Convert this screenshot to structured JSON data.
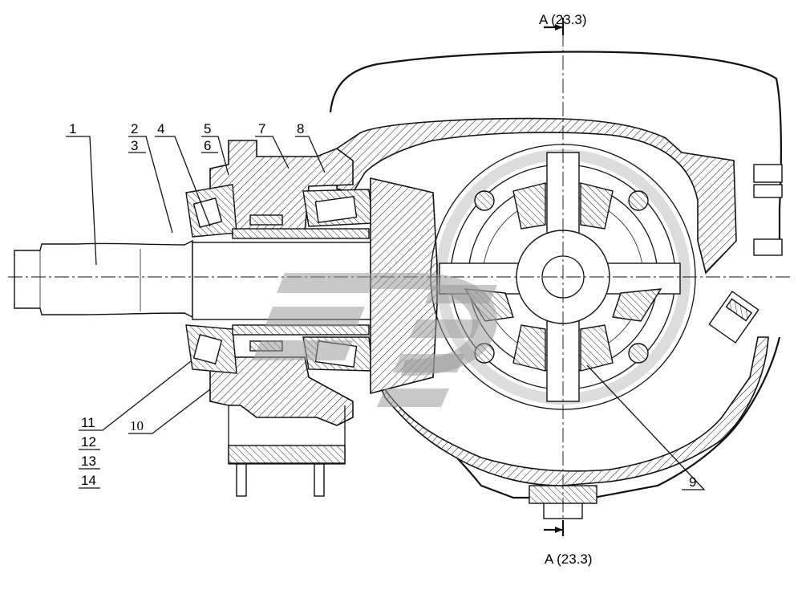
{
  "drawing": {
    "section_label_top": "A (23.3)",
    "section_label_bottom": "A (23.3)",
    "callouts": [
      {
        "id": "c1",
        "text": "1"
      },
      {
        "id": "c2",
        "text": "2"
      },
      {
        "id": "c3",
        "text": "3"
      },
      {
        "id": "c4",
        "text": "4"
      },
      {
        "id": "c5",
        "text": "5"
      },
      {
        "id": "c6",
        "text": "6"
      },
      {
        "id": "c7",
        "text": "7"
      },
      {
        "id": "c8",
        "text": "8"
      },
      {
        "id": "c9",
        "text": "9"
      },
      {
        "id": "c10",
        "text": "10"
      },
      {
        "id": "c11",
        "text": "11"
      },
      {
        "id": "c12",
        "text": "12"
      },
      {
        "id": "c13",
        "text": "13"
      },
      {
        "id": "c14",
        "text": "14"
      }
    ]
  },
  "colors": {
    "line": "#111111",
    "watermark": "#9a9a9a",
    "background": "#ffffff"
  }
}
